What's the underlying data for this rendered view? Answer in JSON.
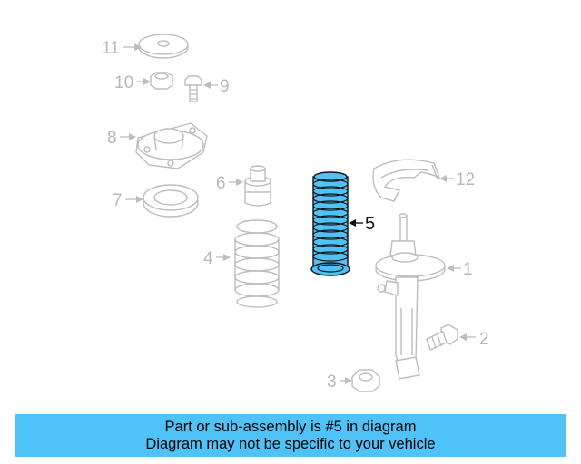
{
  "diagram": {
    "highlighted_part": "5",
    "highlight_color": "#4fc3f7",
    "callouts": {
      "p1": "1",
      "p2": "2",
      "p3": "3",
      "p4": "4",
      "p5": "5",
      "p6": "6",
      "p7": "7",
      "p8": "8",
      "p9": "9",
      "p10": "10",
      "p11": "11",
      "p12": "12"
    }
  },
  "banner": {
    "line1": "Part or sub-assembly is #5 in diagram",
    "line2": "Diagram may not be specific to your vehicle",
    "background": "#4fc3f7"
  }
}
